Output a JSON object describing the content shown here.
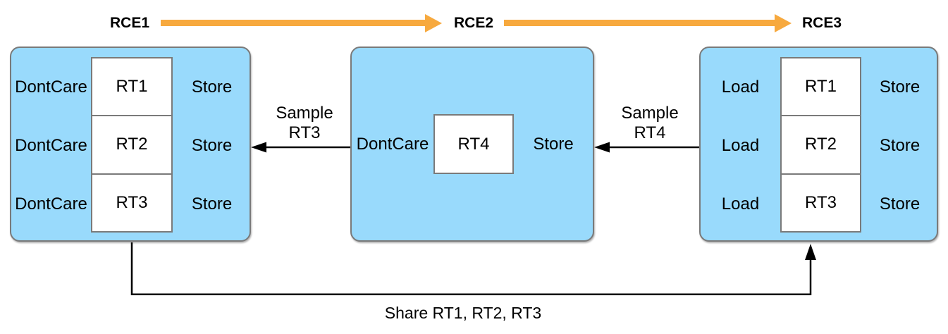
{
  "colors": {
    "pass_fill": "#99DAFC",
    "pass_border": "#7A7A7A",
    "flow_arrow_orange": "#F7A93E",
    "dependency_arrow_black": "#000000",
    "render_target_fill": "#FFFFFF",
    "text": "#000000"
  },
  "flow": {
    "encoders": [
      "RCE1",
      "RCE2",
      "RCE3"
    ]
  },
  "passes": {
    "rce1": {
      "rows": [
        {
          "load": "DontCare",
          "target": "RT1",
          "store": "Store"
        },
        {
          "load": "DontCare",
          "target": "RT2",
          "store": "Store"
        },
        {
          "load": "DontCare",
          "target": "RT3",
          "store": "Store"
        }
      ]
    },
    "rce2": {
      "rows": [
        {
          "load": "DontCare",
          "target": "RT4",
          "store": "Store"
        }
      ]
    },
    "rce3": {
      "rows": [
        {
          "load": "Load",
          "target": "RT1",
          "store": "Store"
        },
        {
          "load": "Load",
          "target": "RT2",
          "store": "Store"
        },
        {
          "load": "Load",
          "target": "RT3",
          "store": "Store"
        }
      ]
    }
  },
  "edges": {
    "sample_rt3": {
      "line1": "Sample",
      "line2": "RT3"
    },
    "sample_rt4": {
      "line1": "Sample",
      "line2": "RT4"
    },
    "share": {
      "label": "Share RT1, RT2, RT3"
    }
  }
}
